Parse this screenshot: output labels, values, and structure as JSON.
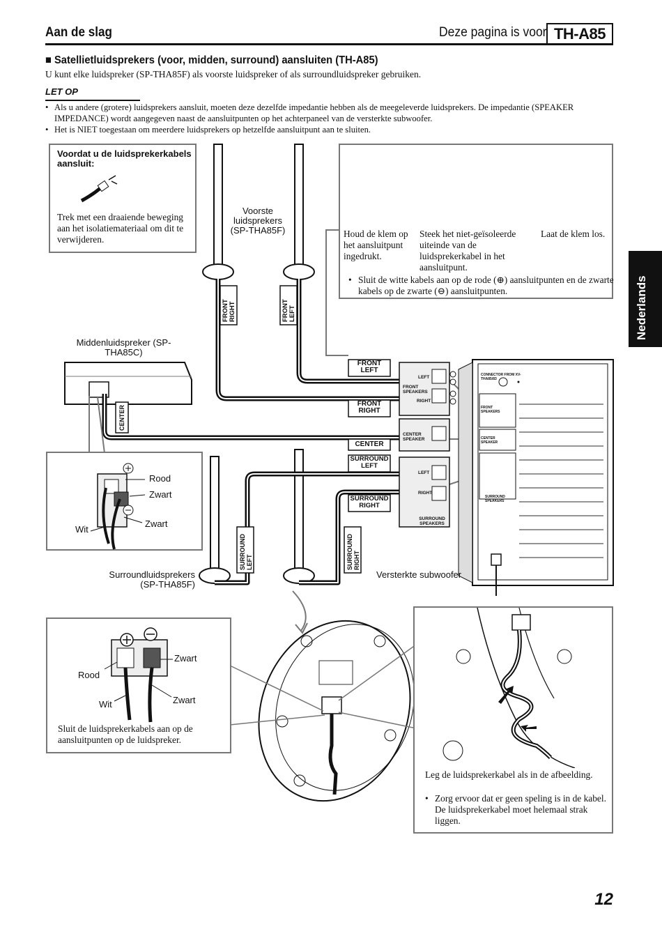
{
  "header": {
    "section": "Aan de slag",
    "applies_to": "Deze pagina is voor",
    "model": "TH-A85"
  },
  "section_title": "■ Satellietluidsprekers (voor, midden, surround) aansluiten (TH-A85)",
  "intro": "U kunt elke luidspreker (SP-THA85F) als voorste luidspreker of als surroundluidspreker gebruiken.",
  "caution": {
    "heading": "LET OP",
    "items": [
      "Als u andere (grotere) luidsprekers aansluit, moeten deze dezelfde impedantie hebben als de meegeleverde luidsprekers. De impedantie (SPEAKER IMPEDANCE) wordt aangegeven naast de aansluitpunten op het achterpaneel van de versterkte subwoofer.",
      "Het is NIET toegestaan om meerdere luidsprekers op hetzelfde aansluitpunt aan te sluiten."
    ]
  },
  "before_box": {
    "title": "Voordat u de luidsprekerkabels aansluit:",
    "text": "Trek met een draaiende beweging aan het isolatiemateriaal om dit te verwijderen."
  },
  "steps_box": {
    "step1": "Houd de klem op het aansluitpunt ingedrukt.",
    "step2": "Steek het niet-geïsoleerde uiteinde van de luidsprekerkabel in het aansluitpunt.",
    "step3": "Laat de klem los.",
    "note": "Sluit de witte kabels aan op de rode (⊕) aansluitpunten en de zwarte kabels op de zwarte (⊖) aansluitpunten."
  },
  "labels": {
    "front_speakers": "Voorste luidsprekers (SP-THA85F)",
    "center_speaker": "Middenluidspreker (SP-THA85C)",
    "surround_speakers": "Surroundluidsprekers (SP-THA85F)",
    "subwoofer": "Versterkte subwoofer",
    "front_right": "FRONT RIGHT",
    "front_left": "FRONT LEFT",
    "center": "CENTER",
    "surround_left": "SURROUND LEFT",
    "surround_right": "SURROUND RIGHT",
    "front_speakers_panel": "FRONT SPEAKERS",
    "center_speaker_panel": "CENTER SPEAKER",
    "surround_speakers_panel": "SURROUND SPEAKERS",
    "left": "LEFT",
    "right": "RIGHT",
    "connector": "CONNECTOR FROM XV-THA85/83",
    "rood": "Rood",
    "zwart": "Zwart",
    "wit": "Wit"
  },
  "terminal_box": {
    "text": "Sluit de luidsprekerkabels aan op de aansluitpunten op de luidspreker."
  },
  "route_box": {
    "text": "Leg de luidsprekerkabel als in de afbeelding.",
    "bullet": "Zorg ervoor dat er geen speling is in de kabel. De luidsprekerkabel moet helemaal strak liggen."
  },
  "side_tab": "Nederlands",
  "page_number": "12"
}
